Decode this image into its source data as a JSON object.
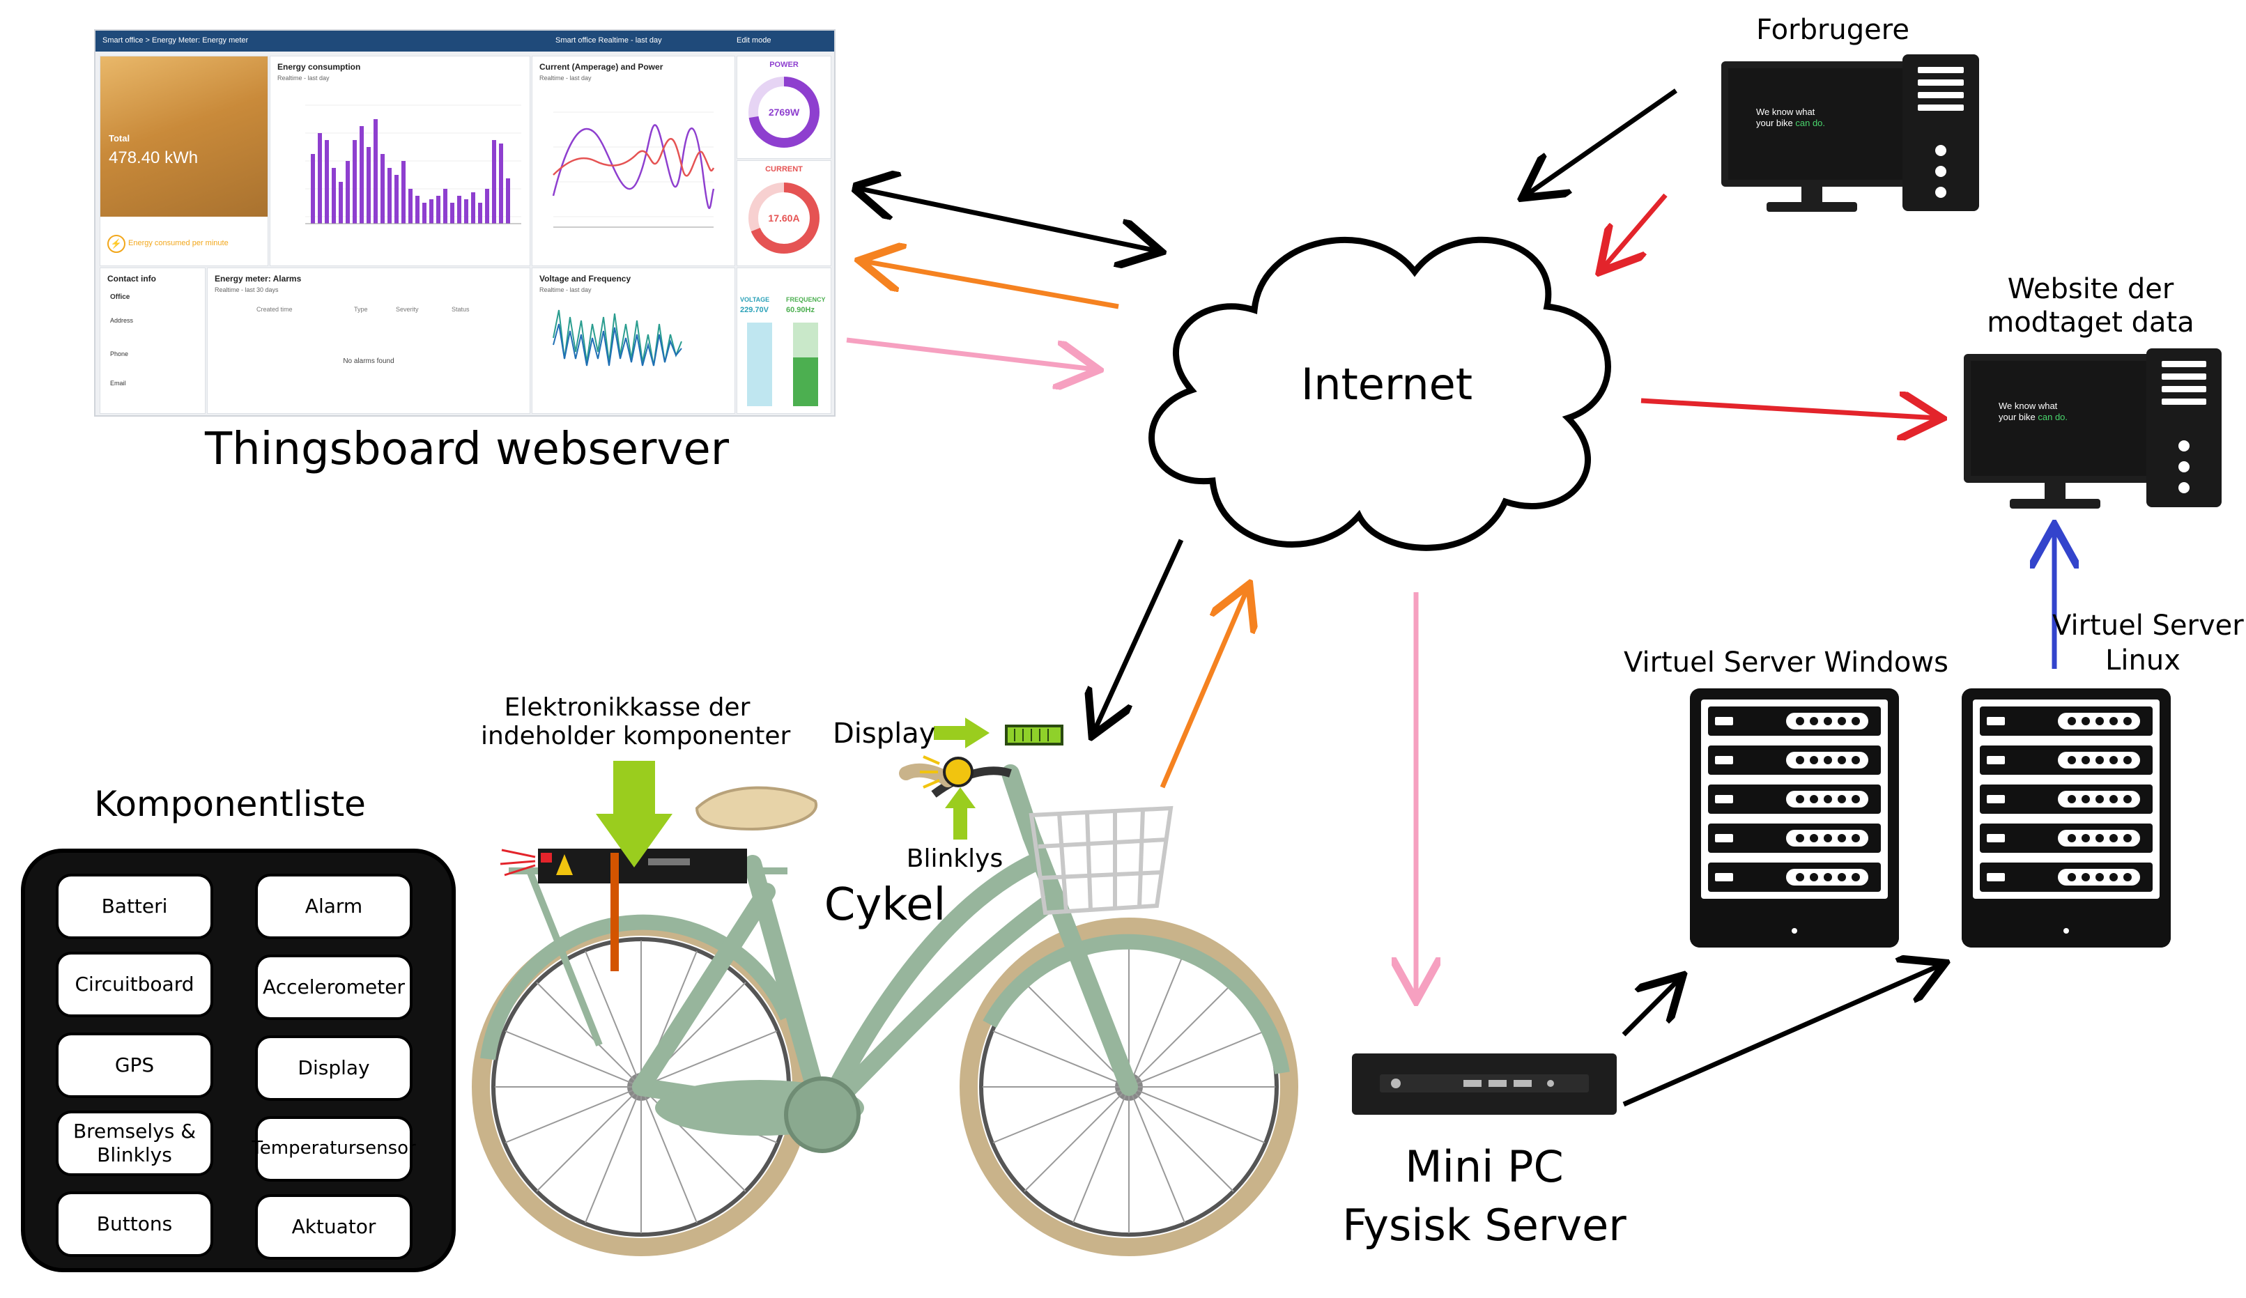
{
  "colors": {
    "arrow_black": "#000000",
    "arrow_orange": "#f58220",
    "arrow_pink": "#f6a0c0",
    "arrow_red": "#e3242b",
    "arrow_blue": "#3344cc",
    "arrow_green": "#9acd1e",
    "bike_frame": "#97b59c",
    "purple_bars": "#8e3fcf",
    "gauge_red": "#e55353",
    "gauge_purple": "#8e3fcf"
  },
  "labels": {
    "thingsboard": "Thingsboard webserver",
    "internet": "Internet",
    "forbrugere": "Forbrugere",
    "website_line1": "Website der",
    "website_line2": "modtaget data",
    "virtuel_linux_line1": "Virtuel Server",
    "virtuel_linux_line2": "Linux",
    "virtuel_windows": "Virtuel Server Windows",
    "minipc_line1": "Mini PC",
    "minipc_line2": "Fysisk Server",
    "elektronik_line1": "Elektronikkasse der",
    "elektronik_line2": "indeholder komponenter",
    "display": "Display",
    "blinklys": "Blinklys",
    "cykel": "Cykel",
    "komponentliste": "Komponentliste"
  },
  "components": [
    "Batteri",
    "Alarm",
    "Circuitboard",
    "Accelerometer",
    "GPS",
    "Display",
    "Bremselys &\nBlinklys",
    "Temperatursensor",
    "Buttons",
    "Aktuator"
  ],
  "dashboard": {
    "breadcrumb": "Smart office  >  Energy Meter: Energy meter",
    "topbar_right": "Smart office    Realtime - last day",
    "edit_mode": "Edit mode",
    "total_label": "Total",
    "total_value": "478.40 kWh",
    "energy_consumed_note": "Energy consumed per minute",
    "energy_consumption_title": "Energy consumption",
    "realtime_last_day": "Realtime - last day",
    "current_power_title": "Current (Amperage) and Power",
    "power_label": "POWER",
    "power_value": "2769W",
    "current_label": "CURRENT",
    "current_value": "17.60A",
    "contact_info_title": "Contact info",
    "office": "Office",
    "address_label": "Address",
    "phone_label": "Phone",
    "email_label": "Email",
    "alarms_title": "Energy meter: Alarms",
    "realtime_last_30": "Realtime - last 30 days",
    "alarms_cols": [
      "Created time",
      "Type",
      "Severity",
      "Status"
    ],
    "no_alarms": "No alarms found",
    "voltage_freq_title": "Voltage and Frequency",
    "voltage_label": "VOLTAGE",
    "voltage_value": "229.70V",
    "frequency_label": "FREQUENCY",
    "frequency_value": "60.90Hz"
  },
  "website": {
    "screen_line1": "We know what",
    "screen_line2": "your bike",
    "screen_accent": "can do."
  }
}
